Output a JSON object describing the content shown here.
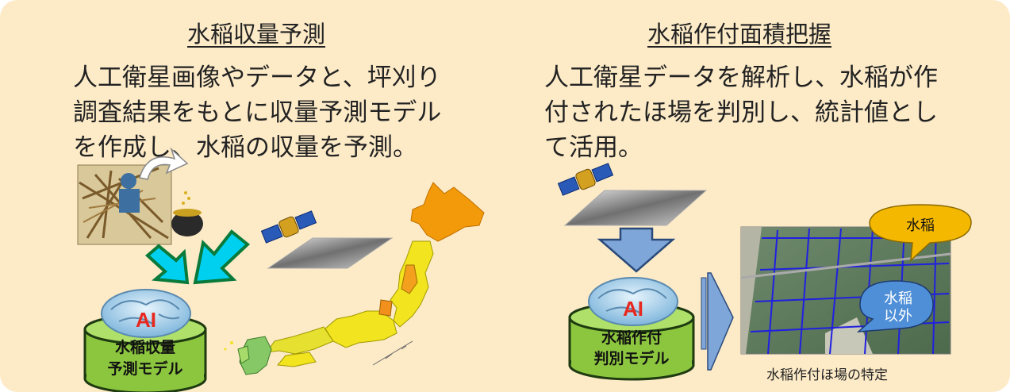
{
  "left": {
    "title": "水稲収量予測",
    "lines": [
      "人工衛星画像やデータと、坪刈り",
      "調査結果をもとに収量予測モデル",
      "を作成し、水稲の収量を予測。"
    ],
    "ai_label": "AI",
    "model_line1": "水稲収量",
    "model_line2": "予測モデル"
  },
  "right": {
    "title": "水稲作付面積把握",
    "lines": [
      "人工衛星データを解析し、水稲が作",
      "付されたほ場を判別し、統計値とし",
      "て活用。"
    ],
    "ai_label": "AI",
    "model_line1": "水稲作付",
    "model_line2": "判別モデル",
    "bubble_rice": "水稲",
    "bubble_other_line1": "水稲",
    "bubble_other_line2": "以外",
    "caption": "水稲作付ほ場の特定"
  },
  "colors": {
    "panel_bg": "#fdebc8",
    "model_green": "#8cc63f",
    "arrow_cyan": "#00d0f0",
    "arrow_blue": "#7fa6d8",
    "bubble_orange": "#f5b800",
    "bubble_blue": "#4f8fd8",
    "ai_red": "#e8281e"
  }
}
